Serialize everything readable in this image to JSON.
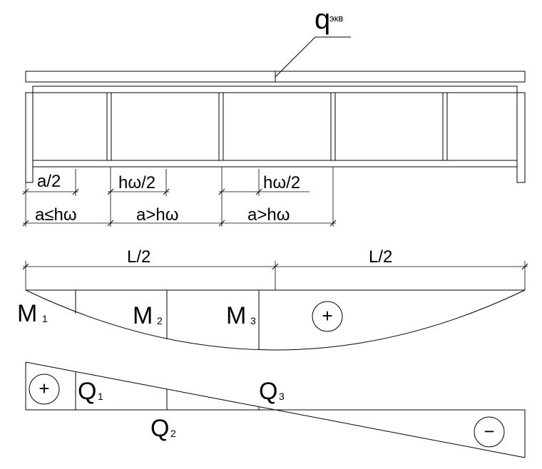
{
  "load": {
    "symbol": "q",
    "subscript": "экв"
  },
  "dimensions": {
    "a_half": "a/2",
    "hw_half_1": "hω/2",
    "hw_half_2": "hω/2",
    "a_le_hw": "a≤hω",
    "a_gt_hw_1": "a>hω",
    "a_gt_hw_2": "a>hω",
    "half_span_left": "L/2",
    "half_span_right": "L/2"
  },
  "moment_diagram": {
    "m1": {
      "symbol": "M",
      "index": "1"
    },
    "m2": {
      "symbol": "M",
      "index": "2"
    },
    "m3": {
      "symbol": "M",
      "index": "3"
    },
    "sign": "+"
  },
  "shear_diagram": {
    "q1": {
      "symbol": "Q",
      "index": "1"
    },
    "q2": {
      "symbol": "Q",
      "index": "2"
    },
    "q3": {
      "symbol": "Q",
      "index": "3"
    },
    "sign_positive": "+",
    "sign_negative": "−"
  }
}
